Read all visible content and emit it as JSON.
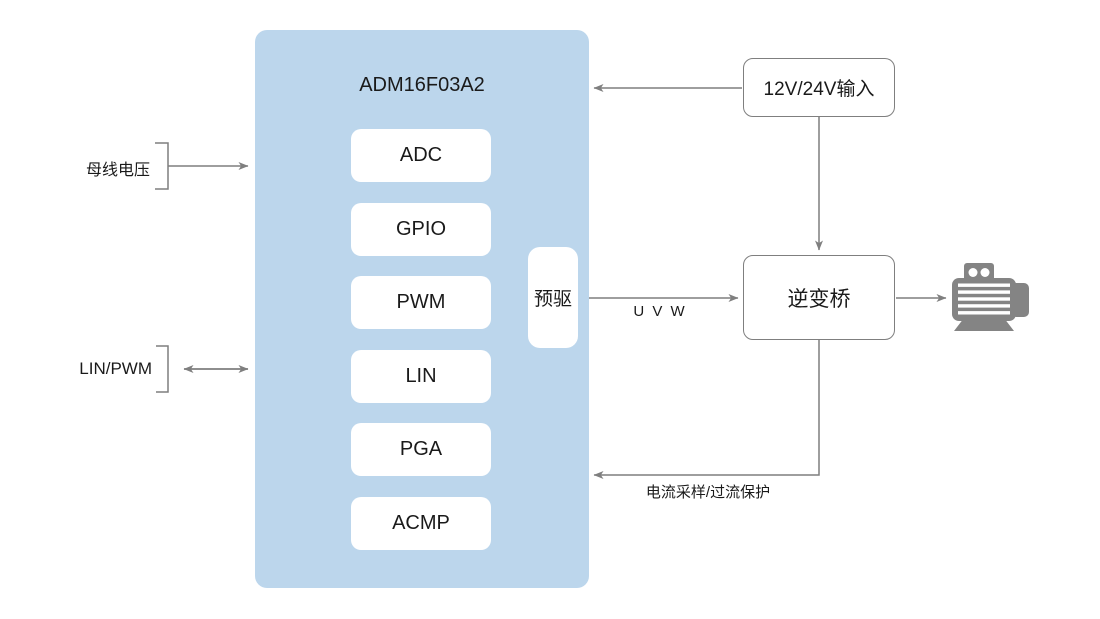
{
  "colors": {
    "chip_fill": "#BCD6EC",
    "module_fill": "#FFFFFF",
    "line": "#7F7F7F",
    "text": "#1A1A1A",
    "motor": "#848484",
    "background": "#FFFFFF"
  },
  "chip": {
    "title": "ADM16F03A2",
    "modules": [
      "ADC",
      "GPIO",
      "PWM",
      "LIN",
      "PGA",
      "ACMP"
    ],
    "predriver": "预驱"
  },
  "external_nodes": {
    "power_input": "12V/24V输入",
    "inverter": "逆变桥"
  },
  "io_labels": {
    "bus_voltage": "母线电压",
    "lin_pwm": "LIN/PWM"
  },
  "signal_labels": {
    "uvw": "U V W",
    "current_feedback": "电流采样/过流保护"
  },
  "icons": {
    "motor": "motor-icon"
  }
}
